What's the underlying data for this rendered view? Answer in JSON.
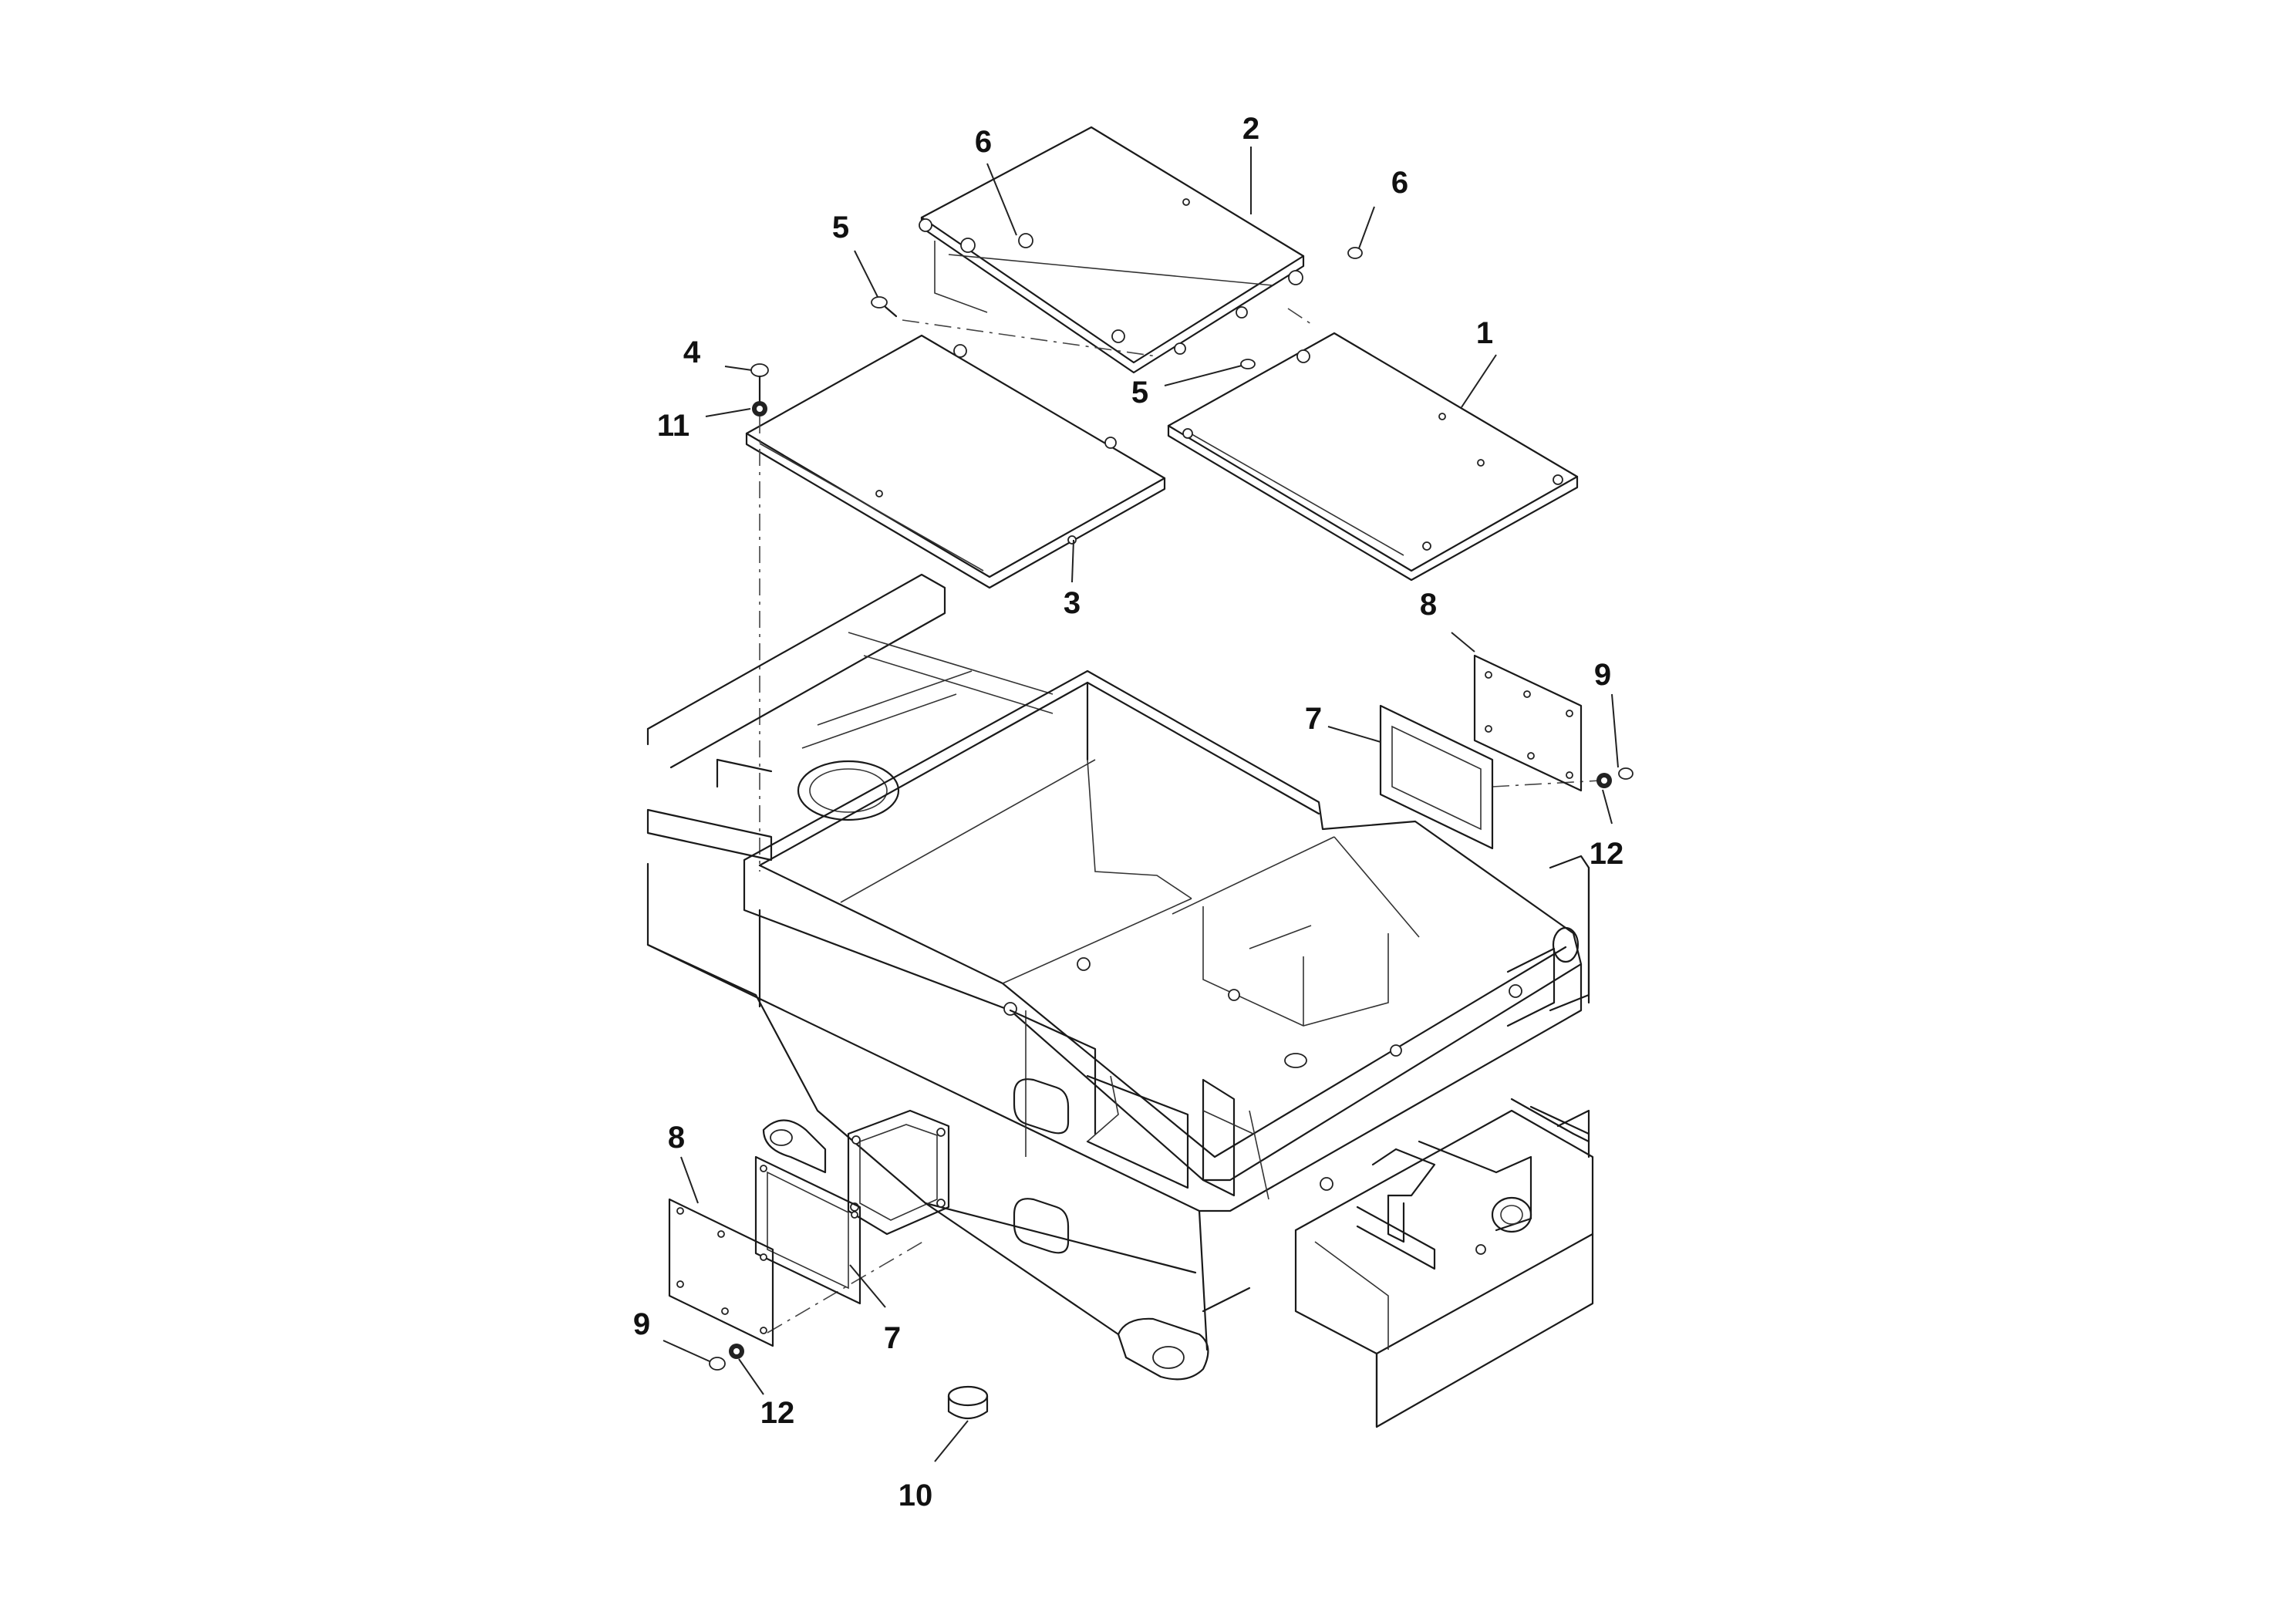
{
  "callouts": [
    {
      "id": "c1",
      "label": "1"
    },
    {
      "id": "c2",
      "label": "2"
    },
    {
      "id": "c3",
      "label": "3"
    },
    {
      "id": "c4",
      "label": "4"
    },
    {
      "id": "c5a",
      "label": "5"
    },
    {
      "id": "c5b",
      "label": "5"
    },
    {
      "id": "c6a",
      "label": "6"
    },
    {
      "id": "c6b",
      "label": "6"
    },
    {
      "id": "c7a",
      "label": "7"
    },
    {
      "id": "c7b",
      "label": "7"
    },
    {
      "id": "c8a",
      "label": "8"
    },
    {
      "id": "c8b",
      "label": "8"
    },
    {
      "id": "c9a",
      "label": "9"
    },
    {
      "id": "c9b",
      "label": "9"
    },
    {
      "id": "c10",
      "label": "10"
    },
    {
      "id": "c11",
      "label": "11"
    },
    {
      "id": "c12a",
      "label": "12"
    },
    {
      "id": "c12b",
      "label": "12"
    }
  ],
  "colors": {
    "line": "#1a1a1a",
    "background": "#ffffff"
  }
}
